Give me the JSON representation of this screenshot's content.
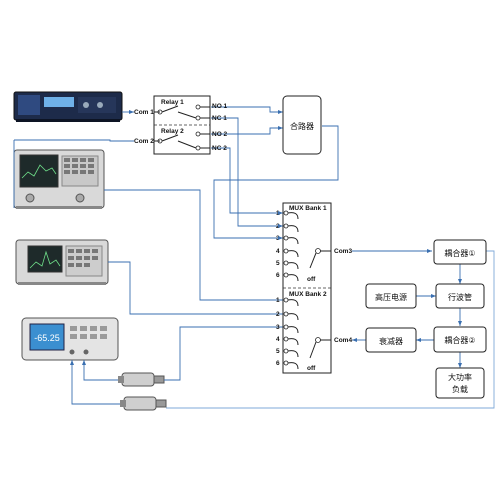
{
  "relay": {
    "relay1_label": "Relay 1",
    "relay2_label": "Relay 2",
    "com1": "Com 1",
    "com2": "Com 2",
    "no1": "NO 1",
    "nc1": "NC 1",
    "no2": "NO 2",
    "nc2": "NC 2"
  },
  "combiner": {
    "label": "合路器"
  },
  "mux": {
    "bank1_label": "MUX Bank 1",
    "bank2_label": "MUX Bank 2",
    "com3": "Com3",
    "com4": "Com4",
    "off": "off",
    "bank1_ports": [
      "1",
      "2",
      "3",
      "4",
      "5",
      "6"
    ],
    "bank2_ports": [
      "1",
      "2",
      "3",
      "4",
      "5",
      "6"
    ]
  },
  "blocks": {
    "coupler1": "耦合器①",
    "hv_supply": "高压电源",
    "twt": "行波管",
    "coupler2": "耦合器②",
    "attenuator": "衰减器",
    "load_line1": "大功率",
    "load_line2": "负载"
  },
  "power_meter": {
    "reading": "-65.25"
  },
  "colors": {
    "wire": "#3a6fb0",
    "wire_light": "#7fa9d8",
    "instrument_body": "#d9d9d9"
  }
}
